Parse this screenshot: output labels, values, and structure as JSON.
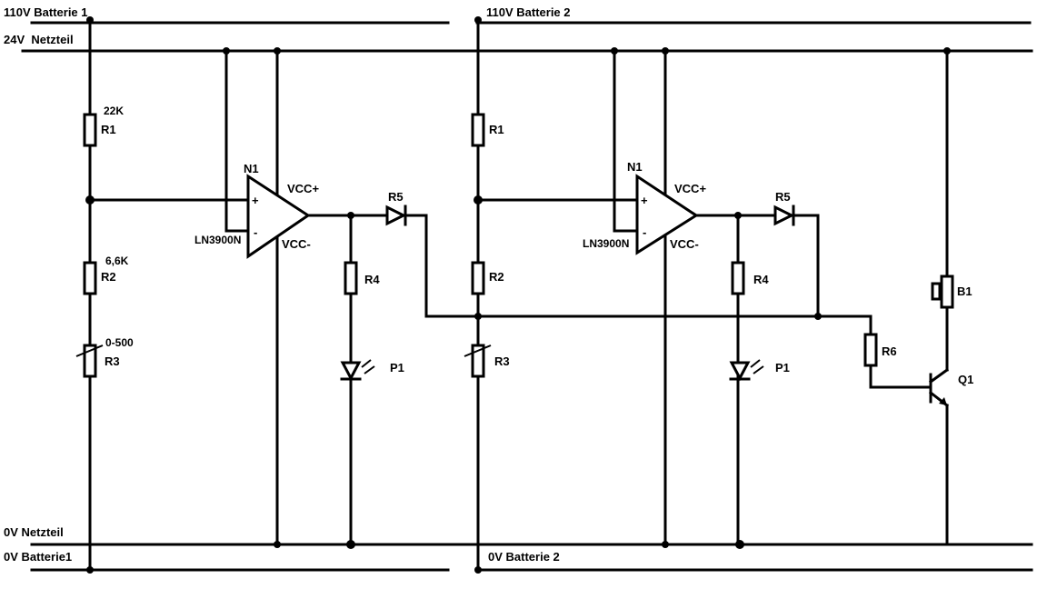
{
  "rails": {
    "bat1_top": "110V Batterie 1",
    "bat2_top": "110V Batterie 2",
    "psu_top": "24V  Netzteil",
    "psu_bottom": "0V Netzteil",
    "bat1_bottom": "0V Batterie1",
    "bat2_bottom": "0V Batterie 2"
  },
  "left_circuit": {
    "r1": "R1",
    "r1_value": "22K",
    "r2": "R2",
    "r2_value": "6,6K",
    "r3": "R3",
    "r3_value": "0-500",
    "opamp": "N1",
    "opamp_part": "LN3900N",
    "plus": "+",
    "minus": "-",
    "vcc_plus": "VCC+",
    "vcc_minus": "VCC-",
    "r5": "R5",
    "r4": "R4",
    "p1": "P1"
  },
  "right_circuit": {
    "r1": "R1",
    "r2": "R2",
    "r3": "R3",
    "opamp": "N1",
    "opamp_part": "LN3900N",
    "plus": "+",
    "minus": "-",
    "vcc_plus": "VCC+",
    "vcc_minus": "VCC-",
    "r5": "R5",
    "r4": "R4",
    "p1": "P1",
    "r6": "R6",
    "b1": "B1",
    "q1": "Q1"
  }
}
